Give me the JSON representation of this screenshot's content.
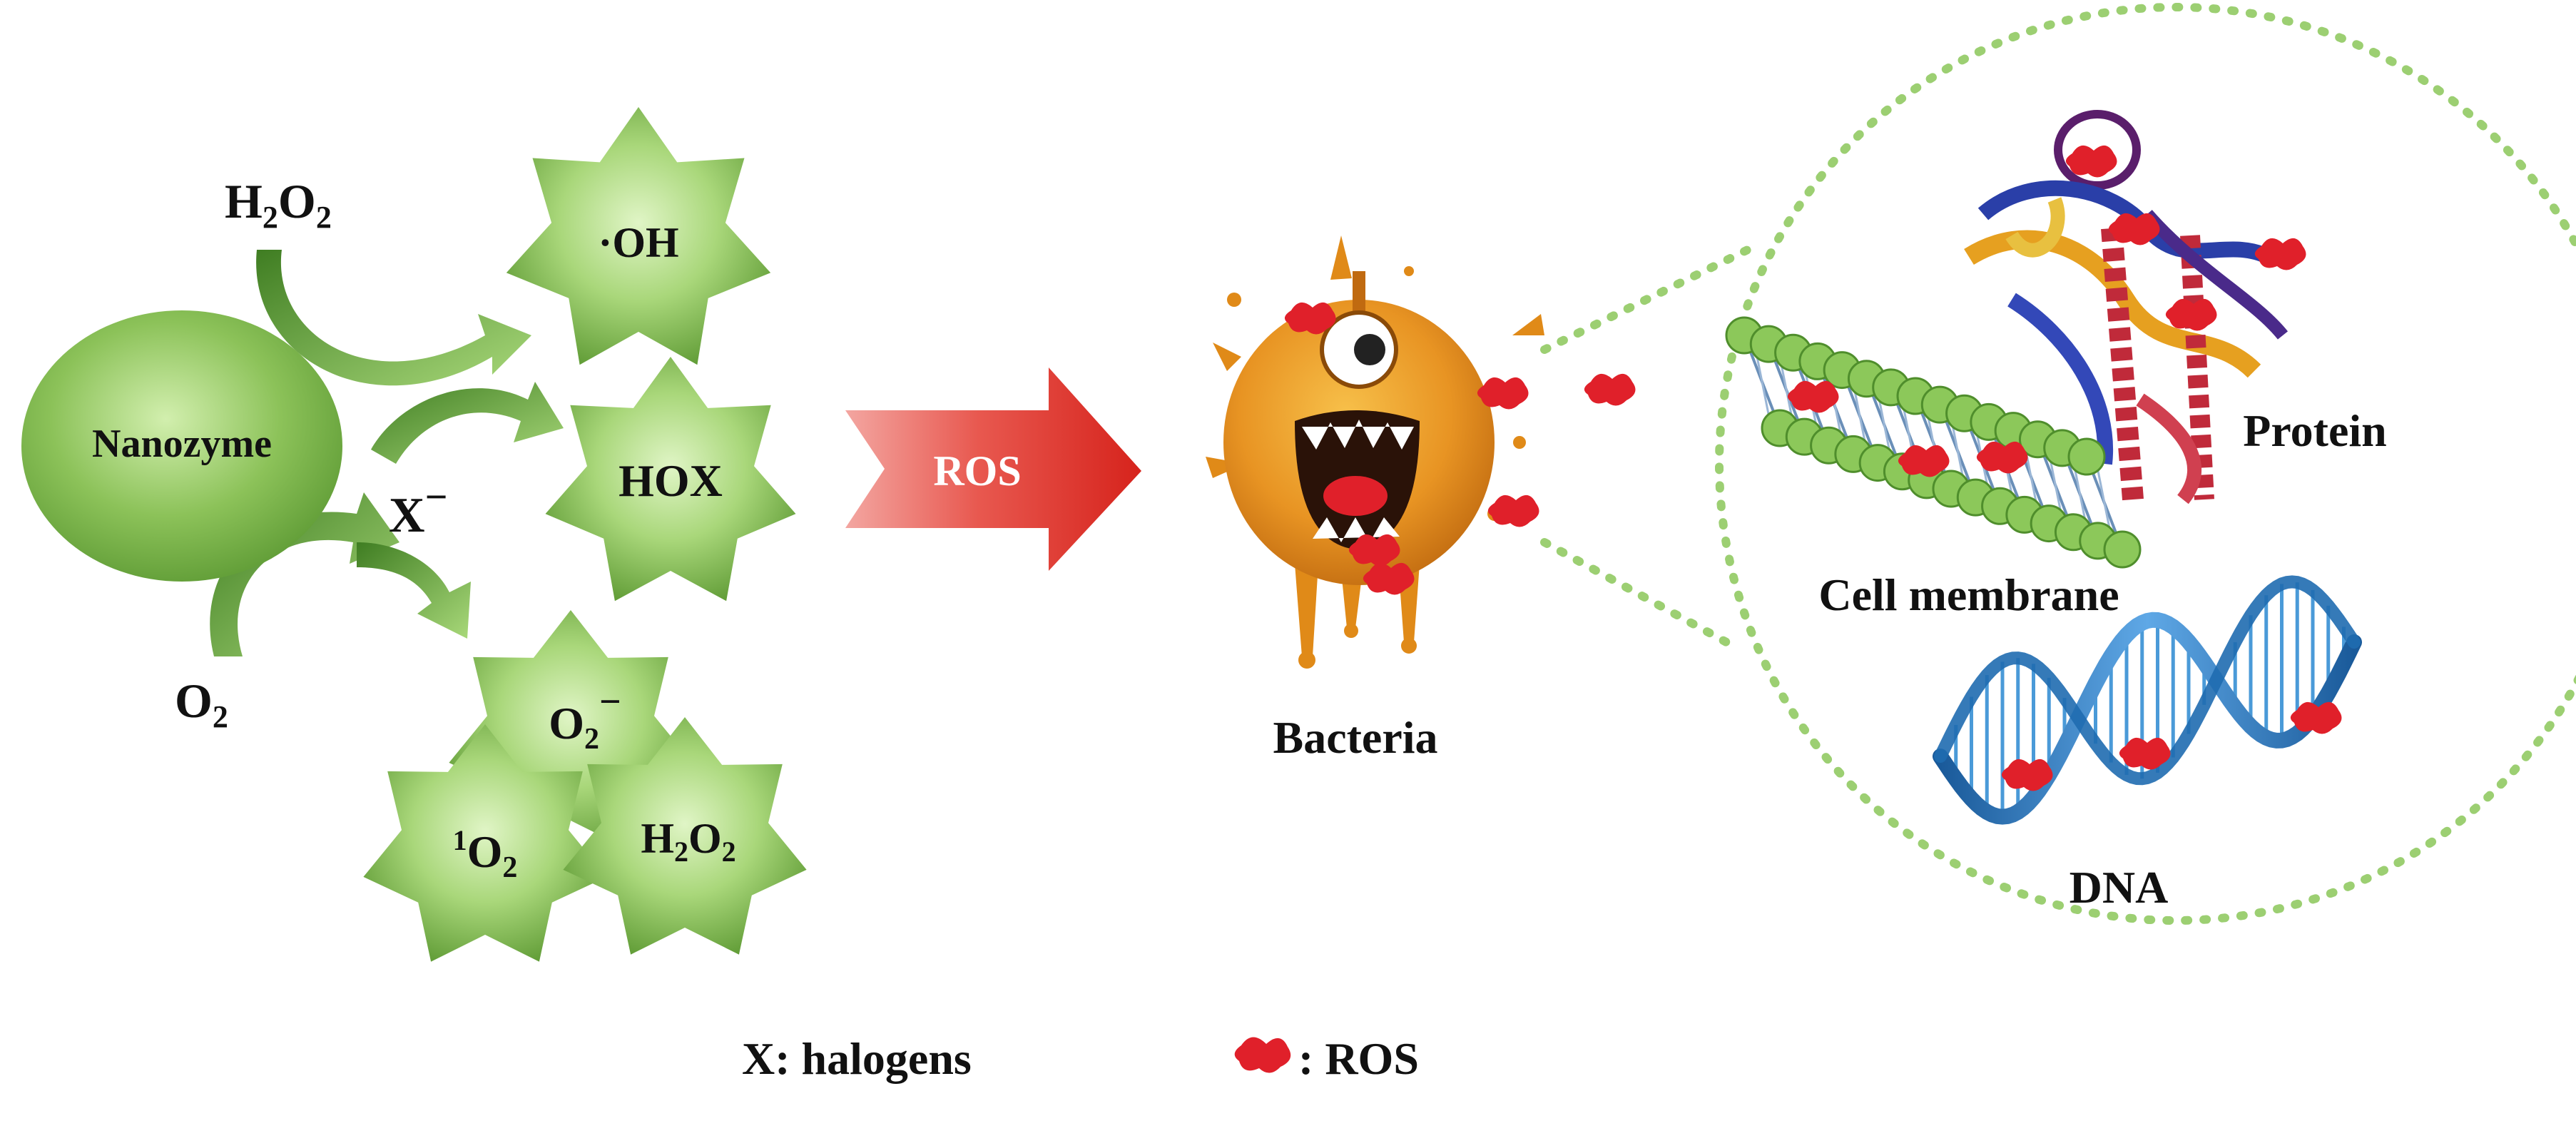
{
  "diagram": {
    "nanozyme": {
      "label": "Nanozyme"
    },
    "reactants": {
      "h2o2": {
        "main": "H",
        "sub1": "2",
        "mid": "O",
        "sub2": "2"
      },
      "halide": {
        "main": "X",
        "sup": "−"
      },
      "o2": {
        "main": "O",
        "sub": "2"
      }
    },
    "products": {
      "hydroxyl": {
        "label": "·OH"
      },
      "hox": {
        "label": "HOX"
      },
      "superoxide": {
        "main": "O",
        "sub": "2",
        "sup": "−"
      },
      "singlet_oxygen": {
        "pre": "1",
        "main": "O",
        "sub": "2"
      },
      "hydrogen_peroxide": {
        "main": "H",
        "sub1": "2",
        "mid": "O",
        "sub2": "2"
      }
    },
    "arrow": {
      "label": "ROS"
    },
    "bacteria": {
      "label": "Bacteria"
    },
    "targets": {
      "protein": {
        "label": "Protein"
      },
      "membrane": {
        "label": "Cell membrane"
      },
      "dna": {
        "label": "DNA"
      }
    },
    "legend": {
      "halogen_note": "X: halogens",
      "ros_note": ": ROS"
    },
    "colors": {
      "green_dark": "#4f8e2c",
      "green_light": "#b9e08f",
      "ros_red": "#e0202a",
      "bacteria_orange": "#e08a18",
      "dotted_green": "#9ccf72"
    }
  }
}
